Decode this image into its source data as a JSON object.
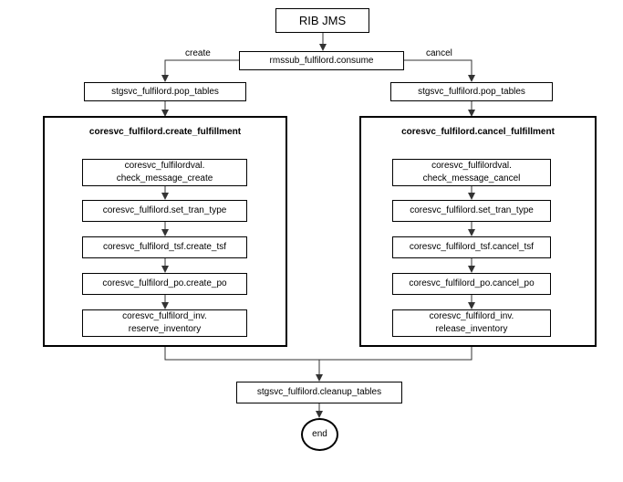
{
  "diagram": {
    "start": "RIB JMS",
    "consume": "rmssub_fulfilord.consume",
    "labels": {
      "left": "create",
      "right": "cancel"
    },
    "left": {
      "pop_tables": "stgsvc_fulfilord.pop_tables",
      "title": "coresvc_fulfilord.create_fulfillment",
      "steps": [
        "coresvc_fulfilordval.\ncheck_message_create",
        "coresvc_fulfilord.set_tran_type",
        "coresvc_fulfilord_tsf.create_tsf",
        "coresvc_fulfilord_po.create_po",
        "coresvc_fulfilord_inv.\nreserve_inventory"
      ]
    },
    "right": {
      "pop_tables": "stgsvc_fulfilord.pop_tables",
      "title": "coresvc_fulfilord.cancel_fulfillment",
      "steps": [
        "coresvc_fulfilordval.\ncheck_message_cancel",
        "coresvc_fulfilord.set_tran_type",
        "coresvc_fulfilord_tsf.cancel_tsf",
        "coresvc_fulfilord_po.cancel_po",
        "coresvc_fulfilord_inv.\nrelease_inventory"
      ]
    },
    "cleanup": "stgsvc_fulfilord.cleanup_tables",
    "end": "end"
  }
}
